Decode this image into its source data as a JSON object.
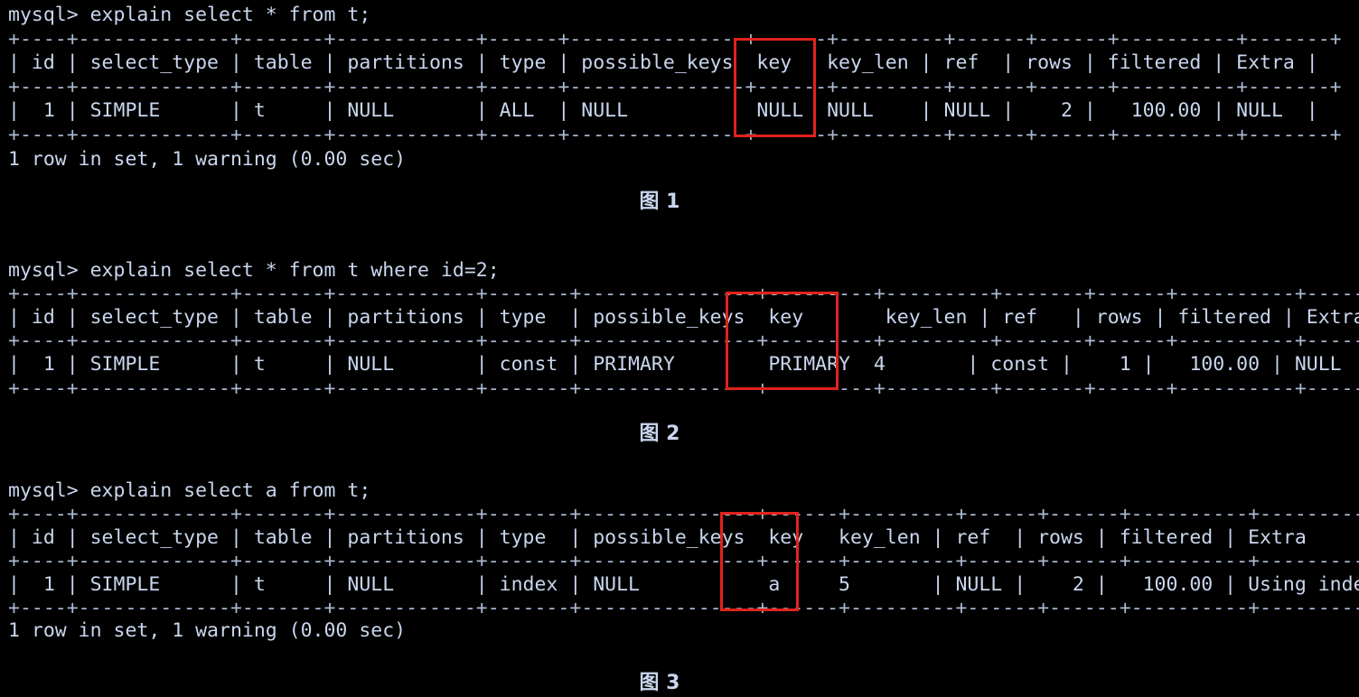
{
  "blocks": [
    {
      "command": "mysql> explain select * from t;",
      "header": "| id | select_type | table | partitions | type | possible_keys  key   key_len | ref  | rows | filtered | Extra |",
      "row": "|  1 | SIMPLE      | t     | NULL       | ALL  | NULL           NULL  NULL    | NULL |    2 |   100.00 | NULL  |",
      "border": "+----+-------------+-------+------------+------+---------------+------+---------+------+------+----------+-------+",
      "footer": "1 row in set, 1 warning (0.00 sec)",
      "caption": "图 1",
      "highlighted_column": "key",
      "highlighted_value": "NULL"
    },
    {
      "command": "mysql> explain select * from t where id=2;",
      "header": "| id | select_type | table | partitions | type  | possible_keys  key       key_len | ref   | rows | filtered | Extra |",
      "row": "|  1 | SIMPLE      | t     | NULL       | const | PRIMARY        PRIMARY  4       | const |    1 |   100.00 | NULL  |",
      "border": "+----+-------------+-------+------------+-------+---------------+---------+---------+-------+------+----------+-------+",
      "footer": "",
      "caption": "图 2",
      "highlighted_column": "key",
      "highlighted_value": "PRIMARY"
    },
    {
      "command": "mysql> explain select a from t;",
      "header": "| id | select_type | table | partitions | type  | possible_keys  key   key_len | ref  | rows | filtered | Extra       |",
      "row": "|  1 | SIMPLE      | t     | NULL       | index | NULL           a     5       | NULL |    2 |   100.00 | Using index |",
      "border": "+----+-------------+-------+------------+-------+---------------+------+---------+------+------+----------+-------------+",
      "footer": "1 row in set, 1 warning (0.00 sec)",
      "caption": "图 3",
      "highlighted_column": "key",
      "highlighted_value": "a"
    }
  ],
  "colors": {
    "background": "#000000",
    "text": "#c9d6ee",
    "highlight_box": "#e0231c"
  }
}
